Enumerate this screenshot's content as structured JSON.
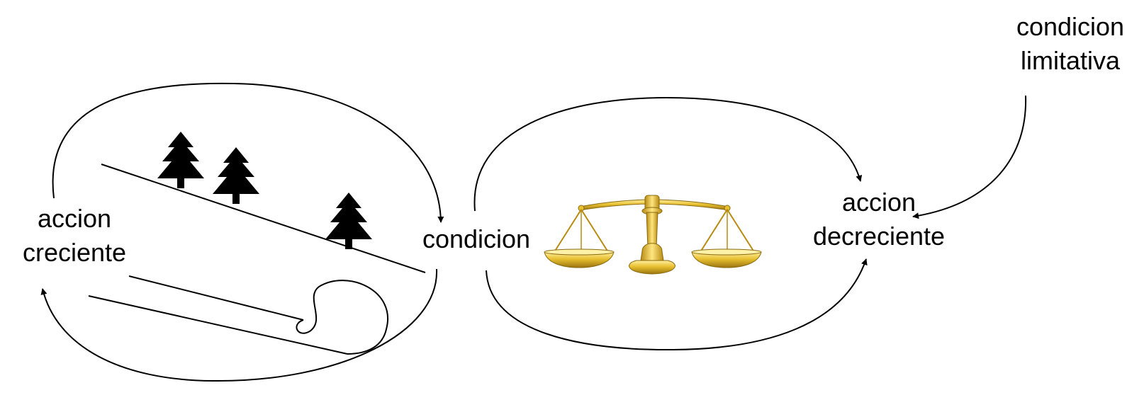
{
  "labels": {
    "accion_creciente": [
      "accion",
      "creciente"
    ],
    "condicion": [
      "condicion"
    ],
    "accion_decreciente": [
      "accion",
      "decreciente"
    ],
    "condicion_limitativa": [
      "condicion",
      "limitativa"
    ]
  },
  "colors": {
    "line": "#000000",
    "tree": "#000000",
    "scale_gold": "#d4a017",
    "scale_gold_light": "#f5d45a",
    "scale_gold_dark": "#8a6a10",
    "background": "#ffffff"
  },
  "icons": [
    "tree-icon",
    "balance-scale-icon",
    "slide-chute-icon"
  ]
}
